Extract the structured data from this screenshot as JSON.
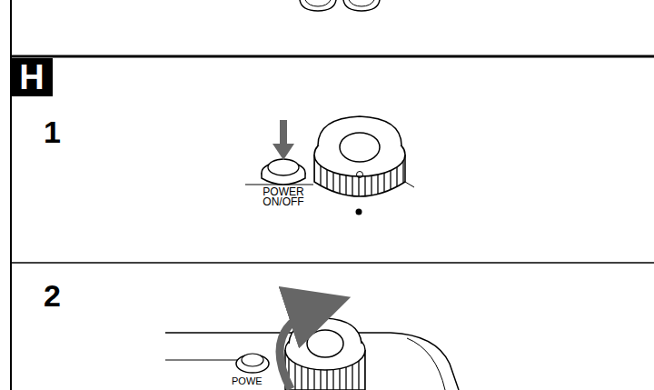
{
  "diagram": {
    "nodes": [
      {
        "text": [
          "H"
        ]
      }
    ],
    "labels": [
      "1",
      "POWER ON/OFF",
      "2",
      "POWE"
    ]
  }
}
